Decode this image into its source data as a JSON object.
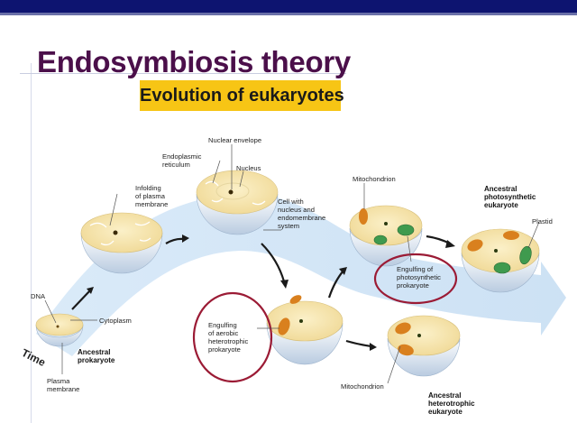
{
  "slide": {
    "title": "Endosymbiosis theory",
    "subtitle": "Evolution of eukaryotes",
    "colors": {
      "top_bar": "#0d1470",
      "title": "#4b0f4a",
      "subtitle_bg": "#f7c515",
      "flow_band": "#cfe3f5",
      "cytoplasm": "#f6e6b4",
      "mitochondrion": "#d9801e",
      "plastid": "#3f9a4e",
      "highlight_circle": "#9b1b35"
    }
  },
  "diagram": {
    "axis_label": "Time",
    "stages": [
      {
        "name": "Ancestral prokaryote",
        "labels": [
          "DNA",
          "Cytoplasm",
          "Plasma membrane"
        ]
      },
      {
        "name": "Infolding of plasma membrane"
      },
      {
        "name": "Cell with nucleus and endomembrane system",
        "labels": [
          "Endoplasmic reticulum",
          "Nuclear envelope",
          "Nucleus"
        ]
      },
      {
        "name": "Engulfing of aerobic heterotrophic prokaryote"
      },
      {
        "name": "Engulfing of photosynthetic prokaryote",
        "labels": [
          "Mitochondrion"
        ]
      },
      {
        "name": "Ancestral heterotrophic eukaryote",
        "labels": [
          "Mitochondrion"
        ]
      },
      {
        "name": "Ancestral photosynthetic eukaryote",
        "labels": [
          "Plastid"
        ]
      }
    ],
    "text": {
      "dna": "DNA",
      "cytoplasm": "Cytoplasm",
      "ancestral_prokaryote_1": "Ancestral",
      "ancestral_prokaryote_2": "prokaryote",
      "plasma_membrane_1": "Plasma",
      "plasma_membrane_2": "membrane",
      "infolding_1": "Infolding",
      "infolding_2": "of plasma",
      "infolding_3": "membrane",
      "er_1": "Endoplasmic",
      "er_2": "reticulum",
      "nuclear_envelope": "Nuclear envelope",
      "nucleus": "Nucleus",
      "cell_with_1": "Cell with",
      "cell_with_2": "nucleus and",
      "cell_with_3": "endomembrane",
      "cell_with_4": "system",
      "aerobic_1": "Engulfing",
      "aerobic_2": "of aerobic",
      "aerobic_3": "heterotrophic",
      "aerobic_4": "prokaryote",
      "mito_top": "Mitochondrion",
      "photo_1": "Engulfing of",
      "photo_2": "photosynthetic",
      "photo_3": "prokaryote",
      "mito_bottom": "Mitochondrion",
      "hetero_1": "Ancestral",
      "hetero_2": "heterotrophic",
      "hetero_3": "eukaryote",
      "photo_euk_1": "Ancestral",
      "photo_euk_2": "photosynthetic",
      "photo_euk_3": "eukaryote",
      "plastid": "Plastid"
    }
  }
}
